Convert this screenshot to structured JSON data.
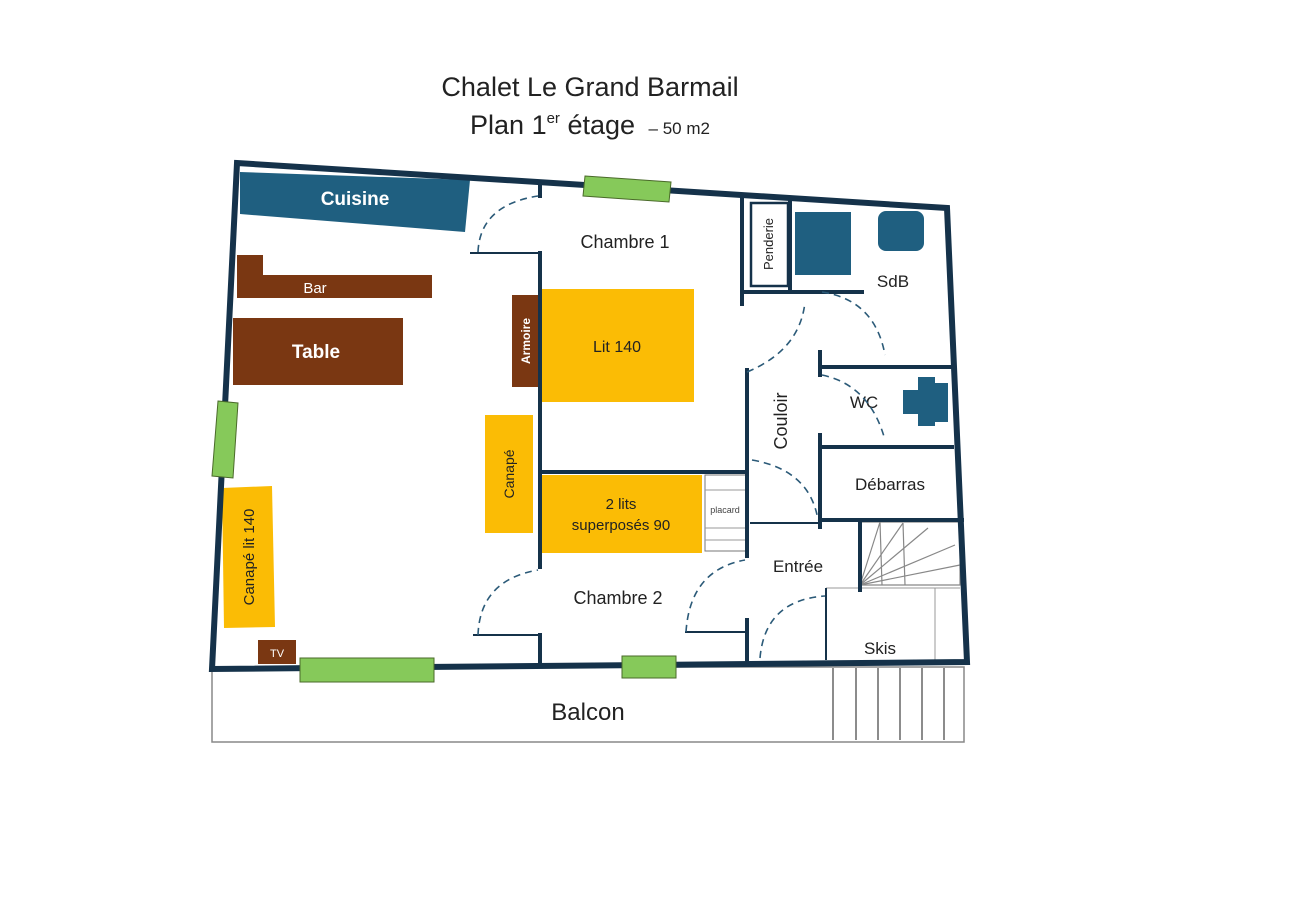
{
  "title": {
    "line1": "Chalet Le Grand Barmail",
    "plan_prefix": "Plan 1",
    "plan_sup": "er",
    "plan_suffix": " étage",
    "area": "– 50 m2"
  },
  "colors": {
    "wall": "#15324a",
    "kitchen": "#1f5f80",
    "furniture_brown": "#7a3712",
    "bed_yellow": "#fbbc05",
    "window_green": "#86c95a",
    "bath_blue": "#1f5f80"
  },
  "labels": {
    "cuisine": "Cuisine",
    "bar": "Bar",
    "table": "Table",
    "chambre1": "Chambre 1",
    "armoire": "Armoire",
    "lit140": "Lit 140",
    "canape": "Canapé",
    "lits_line1": "2 lits",
    "lits_line2": "superposés 90",
    "placard": "placard",
    "penderie": "Penderie",
    "sdb": "SdB",
    "couloir": "Couloir",
    "wc": "WC",
    "debarras": "Débarras",
    "entree": "Entrée",
    "chambre2": "Chambre 2",
    "canape_lit": "Canapé lit 140",
    "tv": "TV",
    "skis": "Skis",
    "balcon": "Balcon"
  }
}
